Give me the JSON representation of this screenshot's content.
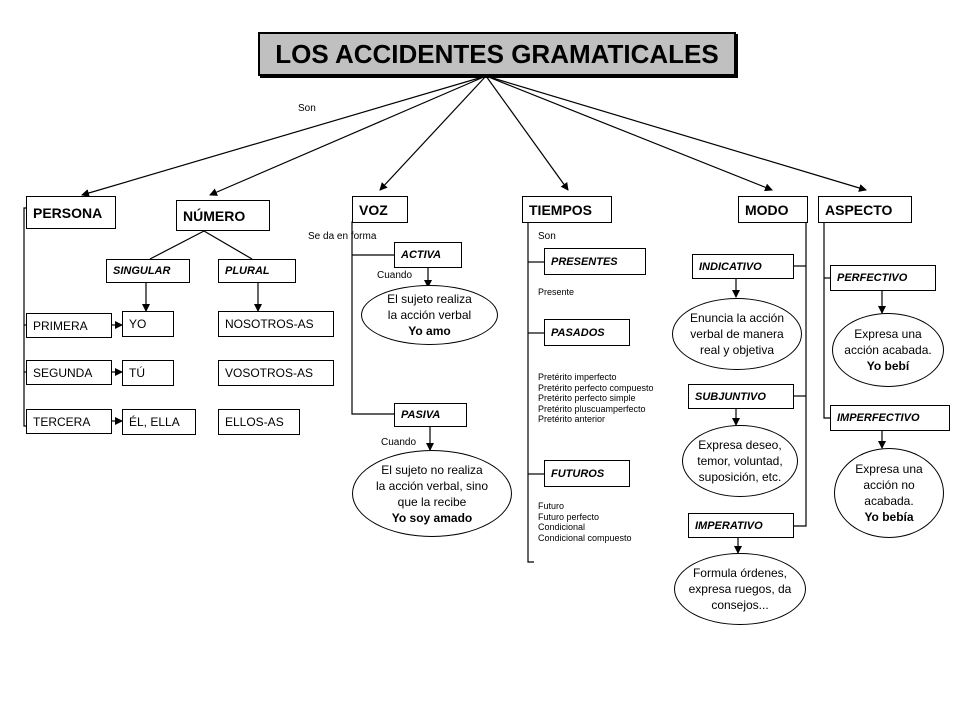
{
  "title": "LOS ACCIDENTES GRAMATICALES",
  "labels": {
    "son_top": "Son",
    "se_da_en_forma": "Se da en forma",
    "cuando_activa": "Cuando",
    "cuando_pasiva": "Cuando",
    "son_tiempos": "Son"
  },
  "persona": {
    "title": "PERSONA",
    "items": [
      "PRIMERA",
      "SEGUNDA",
      "TERCERA"
    ]
  },
  "numero": {
    "title": "NÚMERO",
    "singular": "SINGULAR",
    "plural": "PLURAL",
    "singular_items": [
      "YO",
      "TÚ",
      "ÉL, ELLA"
    ],
    "plural_items": [
      "NOSOTROS-AS",
      "VOSOTROS-AS",
      "ELLOS-AS"
    ]
  },
  "voz": {
    "title": "VOZ",
    "activa": "ACTIVA",
    "activa_desc": [
      "El sujeto realiza",
      "la acción verbal"
    ],
    "activa_example": "Yo amo",
    "pasiva": "PASIVA",
    "pasiva_desc": [
      "El sujeto no realiza",
      "la acción verbal, sino",
      "que la recibe"
    ],
    "pasiva_example": "Yo soy amado"
  },
  "tiempos": {
    "title": "TIEMPOS",
    "presentes": "PRESENTES",
    "presentes_list": [
      "Presente"
    ],
    "pasados": "PASADOS",
    "pasados_list": [
      "Pretérito imperfecto",
      "Pretérito perfecto compuesto",
      "Pretérito perfecto simple",
      "Pretérito pluscuamperfecto",
      "Pretérito anterior"
    ],
    "futuros": "FUTUROS",
    "futuros_list": [
      "Futuro",
      "Futuro perfecto",
      "Condicional",
      "Condicional compuesto"
    ]
  },
  "modo": {
    "title": "MODO",
    "indicativo": "INDICATIVO",
    "indicativo_desc": [
      "Enuncia la acción",
      "verbal de manera",
      "real y objetiva"
    ],
    "subjuntivo": "SUBJUNTIVO",
    "subjuntivo_desc": [
      "Expresa deseo,",
      "temor, voluntad,",
      "suposición, etc."
    ],
    "imperativo": "IMPERATIVO",
    "imperativo_desc": [
      "Formula órdenes,",
      "expresa ruegos, da",
      "consejos..."
    ]
  },
  "aspecto": {
    "title": "ASPECTO",
    "perfectivo": "PERFECTIVO",
    "perfectivo_desc": [
      "Expresa una",
      "acción acabada."
    ],
    "perfectivo_example": "Yo bebí",
    "imperfectivo": "IMPERFECTIVO",
    "imperfectivo_desc": [
      "Expresa una",
      "acción no",
      "acabada."
    ],
    "imperfectivo_example": "Yo bebía"
  }
}
